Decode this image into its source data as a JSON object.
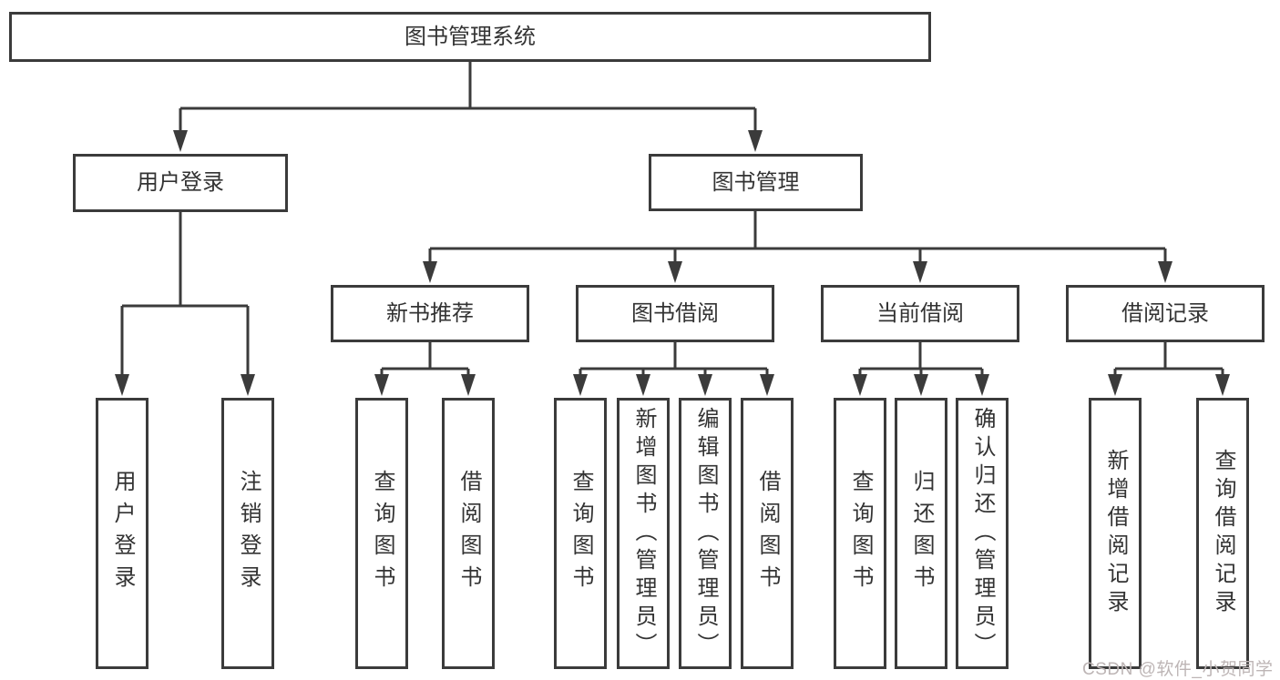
{
  "diagram": {
    "root": {
      "label": "图书管理系统"
    },
    "branches": {
      "user_login": {
        "label": "用户登录"
      },
      "book_mgmt": {
        "label": "图书管理"
      }
    },
    "modules": {
      "new_books": {
        "label": "新书推荐"
      },
      "book_borrow": {
        "label": "图书借阅"
      },
      "current_borrow": {
        "label": "当前借阅"
      },
      "borrow_records": {
        "label": "借阅记录"
      }
    },
    "leaves": {
      "user_login": [
        "用户登录",
        "注销登录"
      ],
      "new_books": [
        "查询图书",
        "借阅图书"
      ],
      "book_borrow": [
        "查询图书",
        "新增图书（管理员）",
        "编辑图书（管理员）",
        "借阅图书"
      ],
      "current_borrow": [
        "查询图书",
        "归还图书",
        "确认归还（管理员）"
      ],
      "borrow_records": [
        "新增借阅记录",
        "查询借阅记录"
      ]
    }
  },
  "watermark": {
    "text": "CSDN @软件_小贺同学",
    "color": "#bdb5b5"
  },
  "colors": {
    "line": "#3b3b3b",
    "text": "#333333",
    "background": "#ffffff"
  }
}
